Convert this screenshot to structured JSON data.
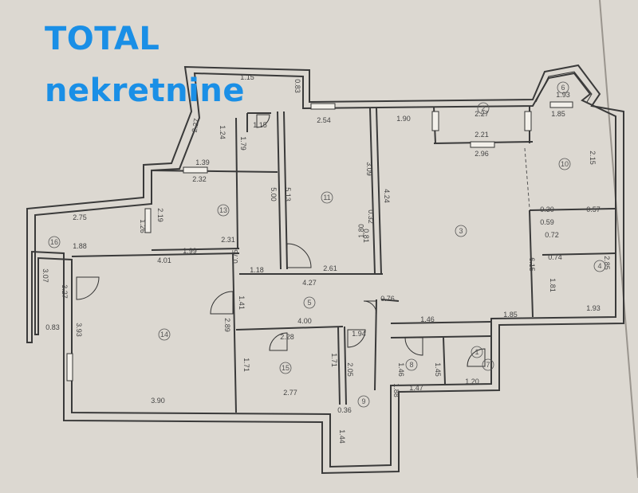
{
  "brand": {
    "line1": "TOTAL",
    "line2": "nekretnine",
    "color": "#1a8fe6"
  },
  "plan": {
    "rooms": [
      {
        "id": "r1",
        "number": "1"
      },
      {
        "id": "r2",
        "number": "2"
      },
      {
        "id": "r3",
        "number": "3"
      },
      {
        "id": "r4",
        "number": "4"
      },
      {
        "id": "r5",
        "number": "5"
      },
      {
        "id": "r6",
        "number": "6"
      },
      {
        "id": "r7",
        "number": "7"
      },
      {
        "id": "r8",
        "number": "8"
      },
      {
        "id": "r9",
        "number": "9"
      },
      {
        "id": "r10",
        "number": "10"
      },
      {
        "id": "r11",
        "number": "11"
      },
      {
        "id": "r13",
        "number": "13"
      },
      {
        "id": "r14",
        "number": "14"
      },
      {
        "id": "r15",
        "number": "15"
      },
      {
        "id": "r16",
        "number": "16"
      }
    ],
    "dimensions": [
      "1.15",
      "0.83",
      "2.27",
      "1.24",
      "1.79",
      "1.15",
      "2.54",
      "1.39",
      "2.32",
      "5.00",
      "5.13",
      "2.19",
      "2.75",
      "1.26",
      "1.88",
      "4.01",
      "1.99",
      "2.31",
      "0.75",
      "1.18",
      "4.27",
      "2.61",
      "1.80",
      "3.07",
      "3.27",
      "0.83",
      "3.93",
      "3.90",
      "1.41",
      "2.89",
      "4.00",
      "2.28",
      "1.71",
      "1.71",
      "2.77",
      "1.94",
      "2.05",
      "1.88",
      "0.36",
      "1.44",
      "0.76",
      "1.46",
      "1.85",
      "1.46",
      "1.45",
      "1.47",
      "1.20",
      "1.90",
      "2.27",
      "2.21",
      "2.96",
      "1.93",
      "1.85",
      "2.15",
      "6.15",
      "0.30",
      "0.57",
      "0.59",
      "0.72",
      "0.74",
      "2.85",
      "1.81",
      "1.93",
      "0.32",
      "0.81",
      "4.24",
      "3.09"
    ]
  }
}
